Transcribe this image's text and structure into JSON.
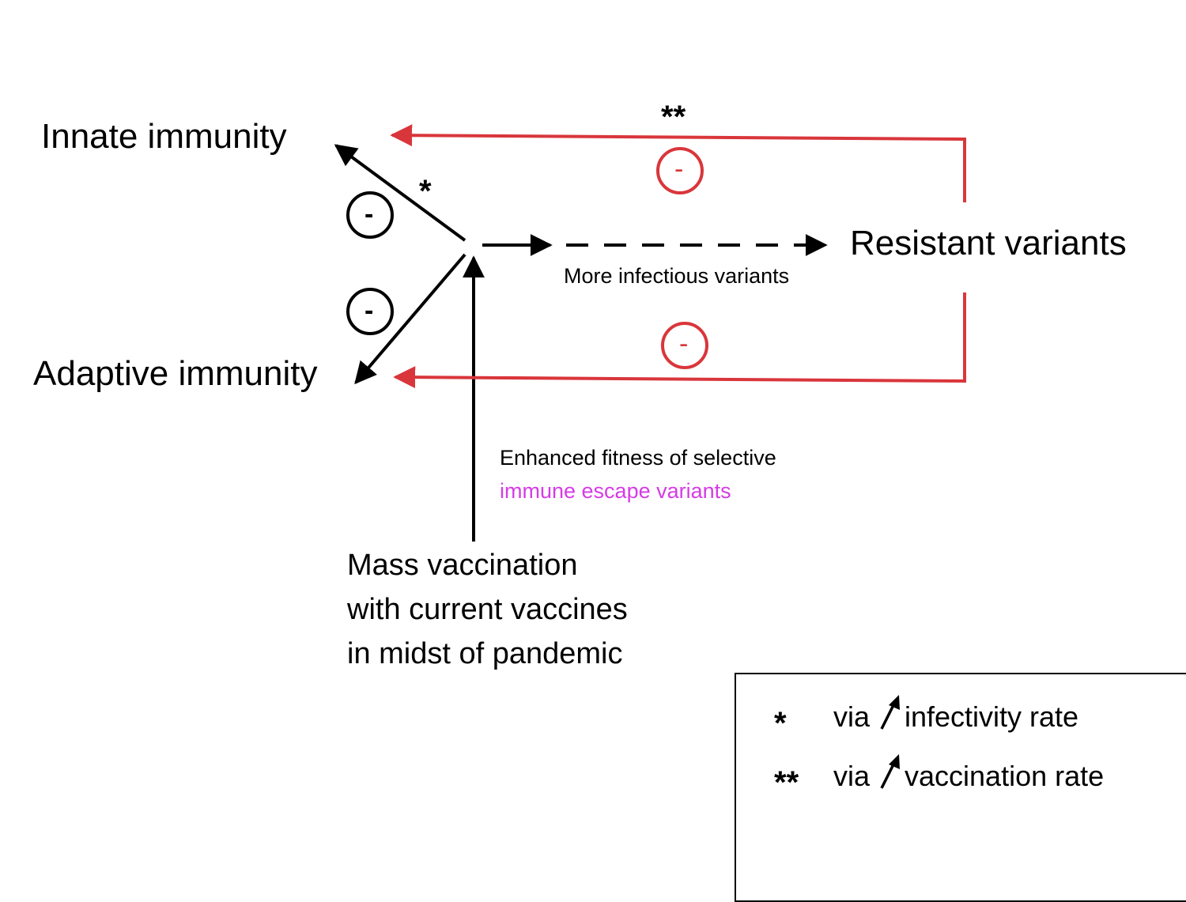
{
  "nodes": {
    "innate": "Innate immunity",
    "adaptive": "Adaptive immunity",
    "resistant": "Resistant variants",
    "vaccination": [
      "Mass vaccination",
      "with current vaccines",
      "in midst of pandemic"
    ]
  },
  "edge_labels": {
    "more_infectious": "More infectious variants",
    "fitness_line1": "Enhanced fitness of selective",
    "fitness_line2": "immune escape variants"
  },
  "markers": {
    "single": "*",
    "double": "**",
    "minus": "-"
  },
  "legend": {
    "items": [
      {
        "symbol": "*",
        "via": "via",
        "text": "infectivity rate"
      },
      {
        "symbol": "**",
        "via": "via",
        "text": "vaccination rate"
      }
    ]
  },
  "colors": {
    "feedback": "#d9363b",
    "highlight": "#d63be6",
    "ink": "#000000"
  }
}
